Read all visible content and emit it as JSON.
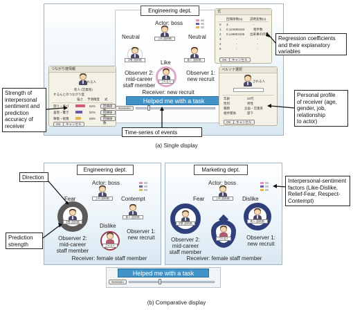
{
  "top": {
    "dept_label": "Engineering dept.",
    "actor_label": "Actor: boss",
    "neutral_left": "Neutral",
    "neutral_right": "Neutral",
    "like_label": "Like",
    "observer2_label": "Observer 2:\nmid-career\nstaff member",
    "observer1_label": "Observer 1:\nnew recruit",
    "receiver_label": "Receiver: new recruit",
    "event_label": "Helped me with a task",
    "scenario_button": "Scenario",
    "callouts": {
      "regression": "Regression coefficients\nand their explanatory\nvariables",
      "strength": "Strength of\ninterpersonal\nsentiment and\nprediction\naccuracy of\nreceiver",
      "profile": "Personal profile\nof receiver (age,\ngender, job,\nrelationship\nto actor)",
      "timeseries": "Time-series of events"
    },
    "left_panel": {
      "title": "つながり度情報",
      "ok": "OK",
      "cancel": "キャンセル",
      "person_name": "新人 (営業係)",
      "person_label": "される人",
      "question": "するんとのつながり度",
      "col1": "強さ",
      "col2": "予測精度",
      "col3": "式",
      "rows": [
        {
          "name": "怒り・喜び",
          "pct": "62%",
          "btn": "回帰係数"
        },
        {
          "name": "喜怒・驚き",
          "pct": "62%",
          "btn": "回帰係数"
        },
        {
          "name": "尊敬・軽蔑",
          "pct": "59%",
          "btn": "回帰係数"
        }
      ]
    },
    "right_top_panel": {
      "title": "式",
      "col1": "回帰係数(a)",
      "col2": "説明変数(x)",
      "rows": [
        {
          "idx": "0",
          "a": "3",
          "x": "-"
        },
        {
          "idx": "1",
          "a": "0.124668184",
          "x": "相手数"
        },
        {
          "idx": "2",
          "a": "0.146903106",
          "x": "出来事の印象"
        },
        {
          "idx": "3",
          "a": "-",
          "x": "-"
        },
        {
          "idx": "4",
          "a": "-",
          "x": "-"
        },
        {
          "idx": "5",
          "a": "-",
          "x": "-"
        }
      ],
      "ok": "OK",
      "cancel": "キャンセル"
    },
    "right_bottom_panel": {
      "title": "ペルソナ選択",
      "person_label": "される人",
      "rows": [
        {
          "k": "年齢",
          "v": "20代"
        },
        {
          "k": "性別",
          "v": "男性"
        },
        {
          "k": "職務",
          "v": "企画・営業系"
        },
        {
          "k": "相手関係",
          "v": "部下"
        }
      ],
      "ok": "OK",
      "cancel": "キャンセル"
    }
  },
  "bottom": {
    "left": {
      "dept_label": "Engineering dept.",
      "actor_label": "Actor: boss",
      "fear_label": "Fear",
      "contempt_label": "Contempt",
      "dislike_label": "Dislike",
      "observer2_label": "Observer 2:\nmid-career\nstaff member",
      "observer1_label": "Observer 1:\nnew recruit",
      "receiver_label": "Receiver: female staff member"
    },
    "right": {
      "dept_label": "Marketing dept.",
      "actor_label": "Actor: boss",
      "fear_label": "Fear",
      "dislike_label": "Dislike",
      "observer2_label": "Observer 2:\nmid-career\nstaff member",
      "observer1_label": "Observer 1:\nnew recruit",
      "receiver_label": "Receiver: female staff member"
    },
    "callouts": {
      "direction": "Direction",
      "prediction": "Prediction\nstrength",
      "factors": "Interpersonal-sentiment\nfactors (Like-Dislike,\nRelief-Fear, Respect-\nContempt)"
    },
    "event_label": "Helped me with a task",
    "scenario_button": "Scenario"
  },
  "tags": {
    "boss_tag": "上司 (技術係)",
    "recruit_tag": "新人 (技術係)",
    "mid_tag": "中堅 (技術係)",
    "recv_tag": "される人",
    "female_tag": "女性 (営業係)"
  },
  "captions": {
    "single": "(a) Single display",
    "comparative": "(b) Comparative display"
  },
  "colors": {
    "event_bar": "#3f93c9",
    "like_ring": "#e0a6c6",
    "fear_ring": "#5a5a5a",
    "contempt_ring": "#2f3f7a",
    "dislike_ring": "#9a3a4a"
  }
}
